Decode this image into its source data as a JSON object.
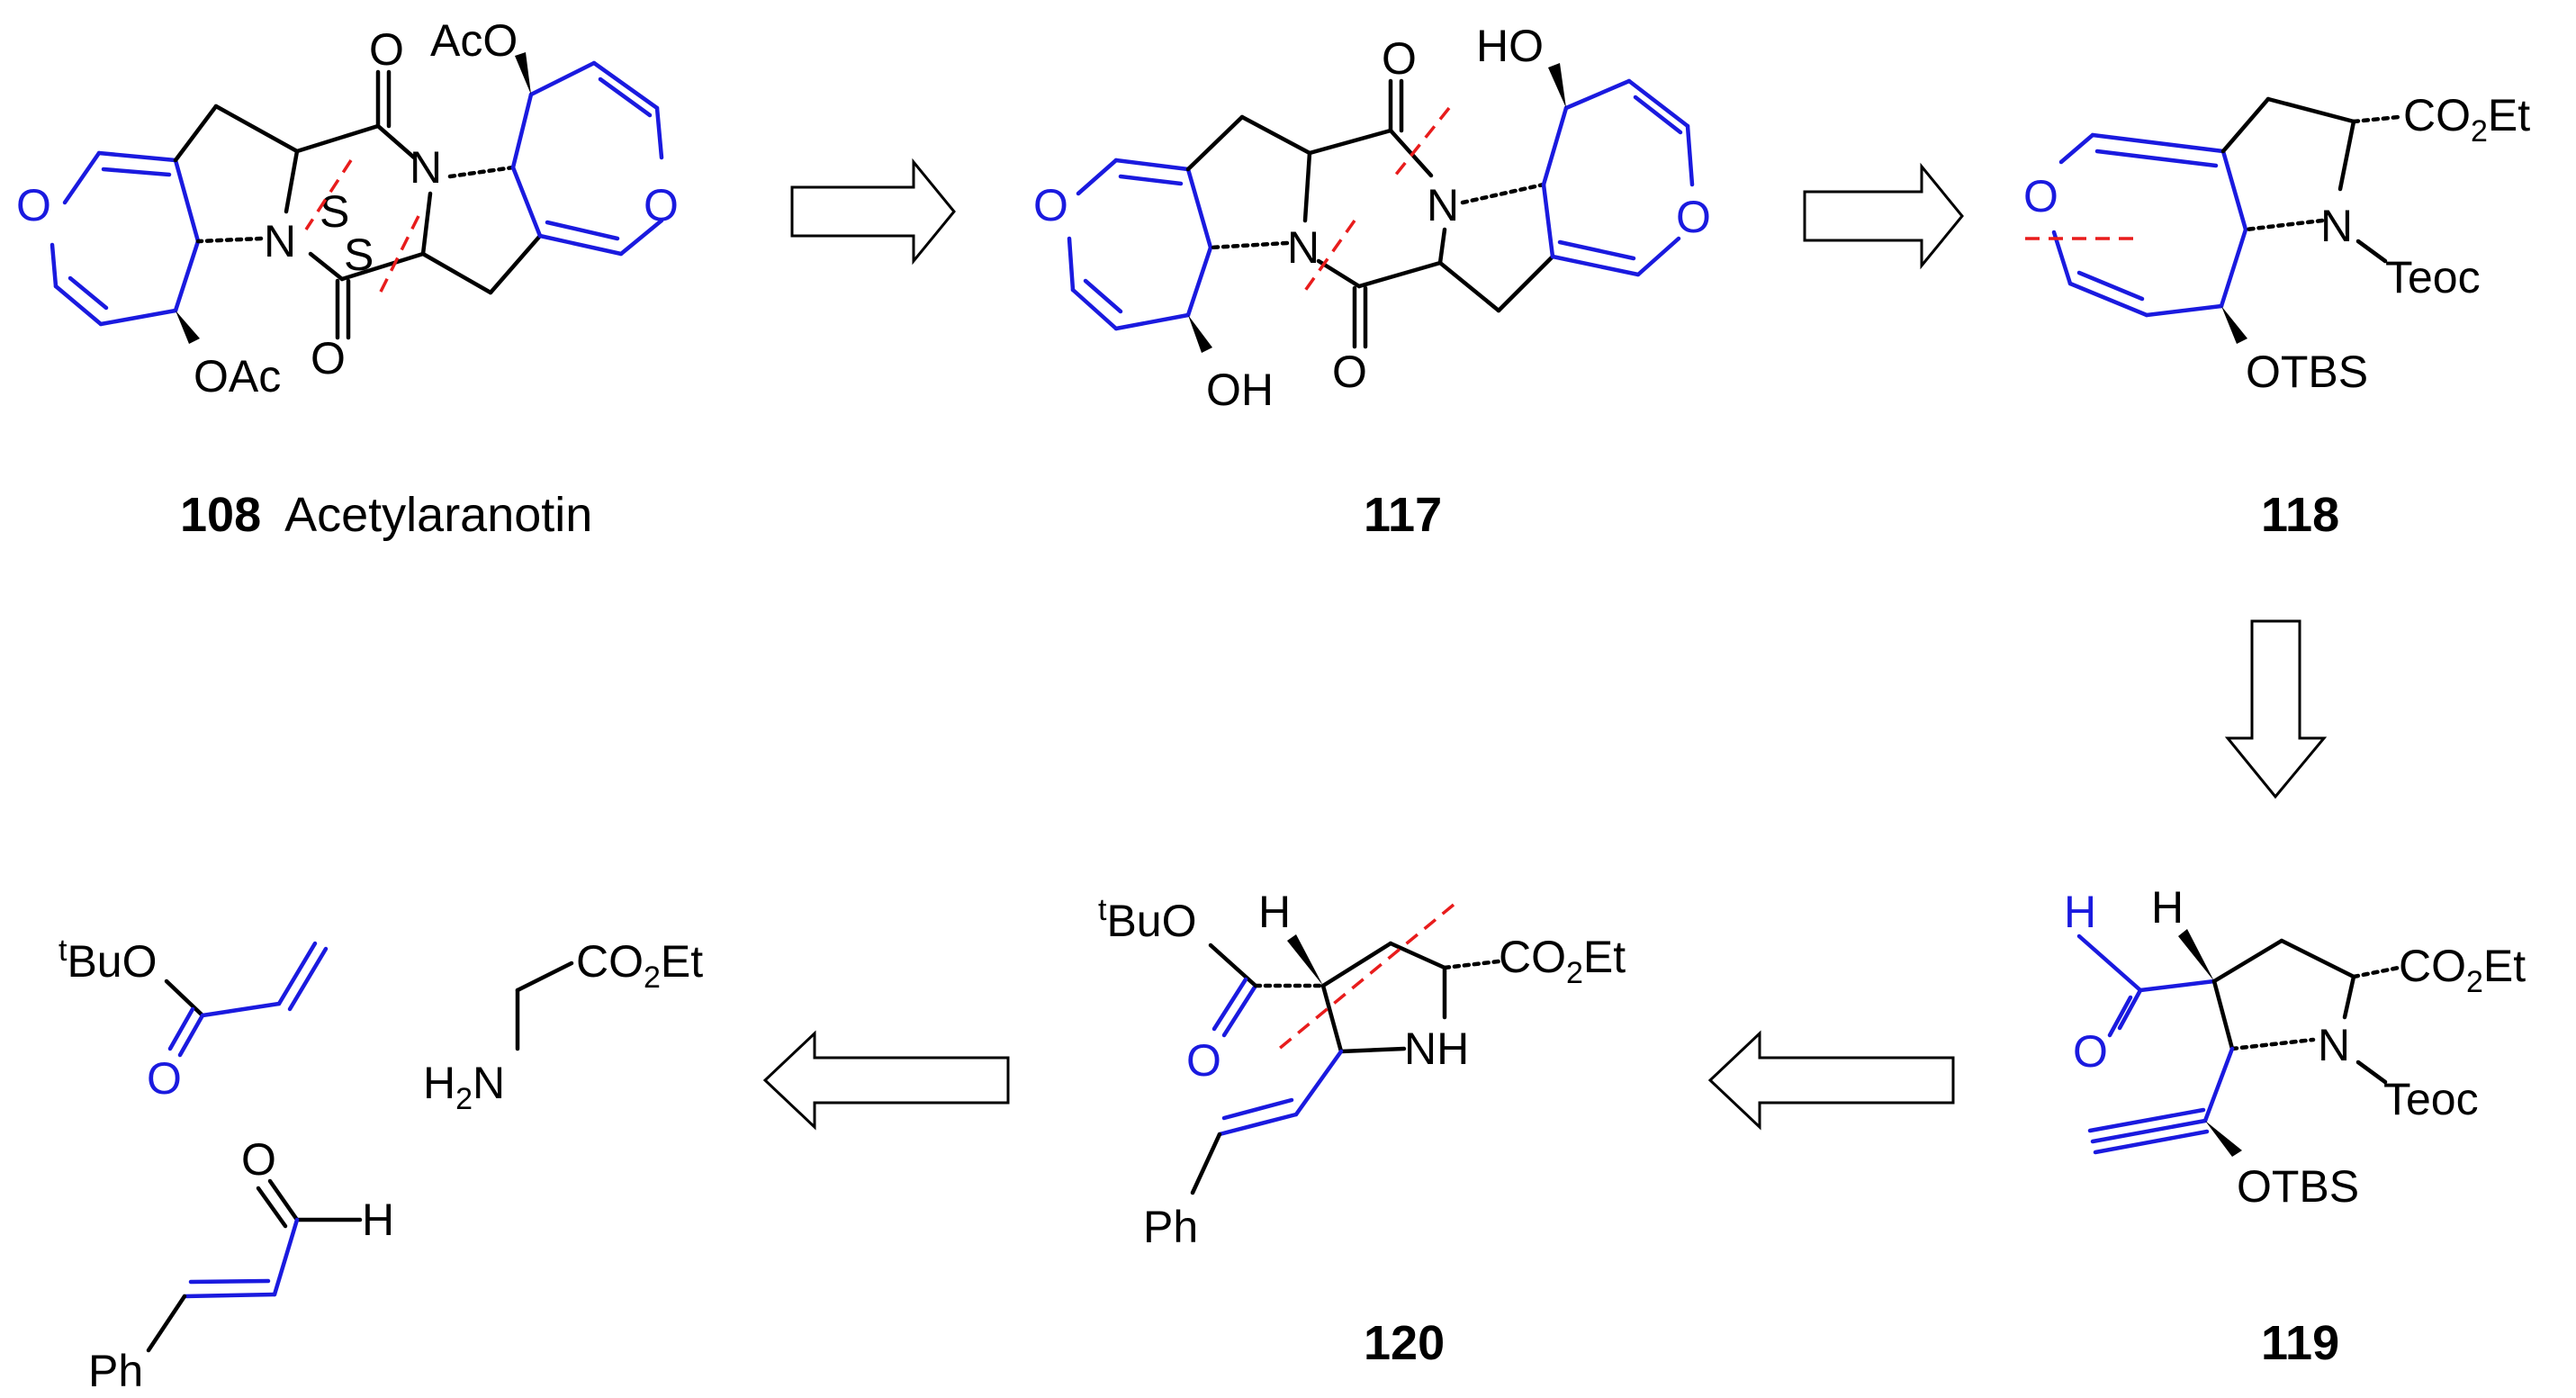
{
  "compounds": [
    {
      "id": "108",
      "number": "108",
      "name": "Acetylaranotin"
    },
    {
      "id": "117",
      "number": "117",
      "name": ""
    },
    {
      "id": "118",
      "number": "118",
      "name": ""
    },
    {
      "id": "119",
      "number": "119",
      "name": ""
    },
    {
      "id": "120",
      "number": "120",
      "name": ""
    }
  ],
  "labels": {
    "O": "O",
    "N": "N",
    "S": "S",
    "NH": "NH",
    "H": "H",
    "OAc": "OAc",
    "AcO": "AcO",
    "HO": "HO",
    "OH": "OH",
    "OTBS": "OTBS",
    "Teoc": "Teoc",
    "CO": "CO",
    "two": "2",
    "Et": "Et",
    "H2": "H",
    "tBu_t": "t",
    "BuO": "BuO",
    "Ph": "Ph"
  },
  "colors": {
    "bond": "#000000",
    "highlight": "#1a1adf",
    "disconnection": "#e81c1c"
  },
  "arrows": [
    {
      "id": "arrow-108-117",
      "direction": "right"
    },
    {
      "id": "arrow-117-118",
      "direction": "right"
    },
    {
      "id": "arrow-118-119",
      "direction": "down"
    },
    {
      "id": "arrow-119-120",
      "direction": "left"
    },
    {
      "id": "arrow-120-sm",
      "direction": "left"
    }
  ]
}
